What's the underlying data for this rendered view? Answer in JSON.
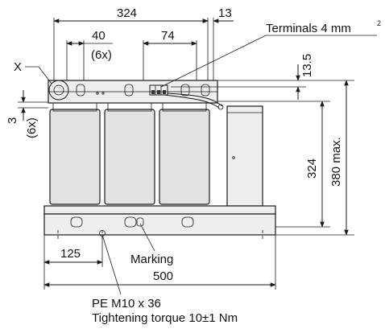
{
  "dimensions": {
    "top_width": "324",
    "top_right": "13",
    "pitch": "40",
    "pitch_count": "(6x)",
    "spacing": "74",
    "terminal_offset": "13.5",
    "core_height": "324",
    "max_height": "380 max.",
    "bottom_offset": "125",
    "base_width": "500",
    "side_gap": "3",
    "side_gap_count": "(6x)"
  },
  "labels": {
    "terminals_text": "Terminals 4 mm",
    "terminals_sup": "2",
    "detail": "X",
    "marking": "Marking",
    "pe": "PE M10 x 36",
    "torque": "Tightening torque 10±1 Nm"
  }
}
